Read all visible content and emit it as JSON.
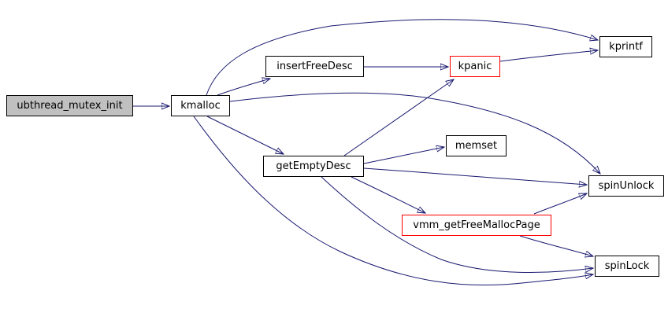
{
  "graph": {
    "type": "call-graph",
    "colors": {
      "edge": "#191970",
      "node_border": "#000000",
      "highlight_border": "#ff0000",
      "root_fill": "#c0c0c0",
      "node_fill": "#ffffff",
      "text": "#000000",
      "background": "#ffffff"
    },
    "nodes": [
      {
        "id": "ubthread_mutex_init",
        "label": "ubthread_mutex_init",
        "role": "root"
      },
      {
        "id": "kmalloc",
        "label": "kmalloc",
        "role": "normal"
      },
      {
        "id": "insertFreeDesc",
        "label": "insertFreeDesc",
        "role": "normal"
      },
      {
        "id": "kpanic",
        "label": "kpanic",
        "role": "highlighted"
      },
      {
        "id": "kprintf",
        "label": "kprintf",
        "role": "normal"
      },
      {
        "id": "getEmptyDesc",
        "label": "getEmptyDesc",
        "role": "normal"
      },
      {
        "id": "memset",
        "label": "memset",
        "role": "normal"
      },
      {
        "id": "spinUnlock",
        "label": "spinUnlock",
        "role": "normal"
      },
      {
        "id": "vmm_getFreeMallocPage",
        "label": "vmm_getFreeMallocPage",
        "role": "highlighted"
      },
      {
        "id": "spinLock",
        "label": "spinLock",
        "role": "normal"
      }
    ],
    "edges": [
      {
        "from": "ubthread_mutex_init",
        "to": "kmalloc"
      },
      {
        "from": "kmalloc",
        "to": "insertFreeDesc"
      },
      {
        "from": "kmalloc",
        "to": "kprintf"
      },
      {
        "from": "kmalloc",
        "to": "getEmptyDesc"
      },
      {
        "from": "kmalloc",
        "to": "spinUnlock"
      },
      {
        "from": "kmalloc",
        "to": "spinLock"
      },
      {
        "from": "insertFreeDesc",
        "to": "kpanic"
      },
      {
        "from": "kpanic",
        "to": "kprintf"
      },
      {
        "from": "getEmptyDesc",
        "to": "kpanic"
      },
      {
        "from": "getEmptyDesc",
        "to": "memset"
      },
      {
        "from": "getEmptyDesc",
        "to": "spinUnlock"
      },
      {
        "from": "getEmptyDesc",
        "to": "vmm_getFreeMallocPage"
      },
      {
        "from": "getEmptyDesc",
        "to": "spinLock"
      },
      {
        "from": "vmm_getFreeMallocPage",
        "to": "spinUnlock"
      },
      {
        "from": "vmm_getFreeMallocPage",
        "to": "spinLock"
      }
    ]
  }
}
